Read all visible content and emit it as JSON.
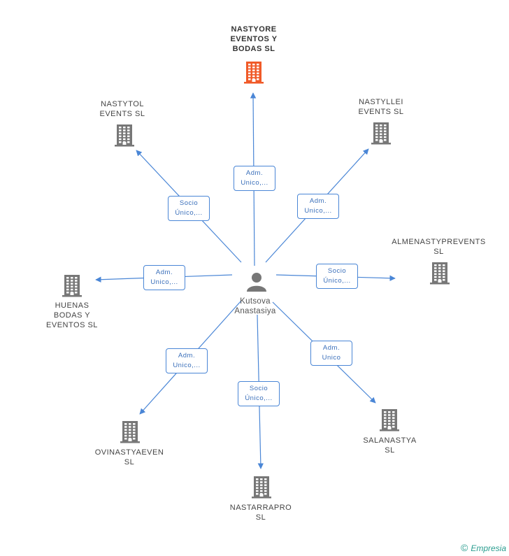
{
  "colors": {
    "edge": "#4a86d6",
    "building": "#777777",
    "building_highlight": "#f05a28",
    "person": "#777777",
    "brand": "#2a9d8f"
  },
  "center": {
    "name": "Kutsova\nAnastasiya"
  },
  "companies": [
    {
      "id": "nastyore",
      "name": "NASTYORE\nEVENTOS Y\nBODAS SL",
      "highlight": true,
      "relation": "Adm.\nUnico,..."
    },
    {
      "id": "nastytol",
      "name": "NASTYTOL\nEVENTS SL",
      "highlight": false,
      "relation": "Socio\nÚnico,..."
    },
    {
      "id": "nastyllei",
      "name": "NASTYLLEI\nEVENTS SL",
      "highlight": false,
      "relation": "Adm.\nUnico,..."
    },
    {
      "id": "almenastyprevents",
      "name": "ALMENASTYPREVENTS\nSL",
      "highlight": false,
      "relation": "Socio\nÚnico,..."
    },
    {
      "id": "huenas",
      "name": "HUENAS\nBODAS Y\nEVENTOS SL",
      "highlight": false,
      "relation": "Adm.\nUnico,..."
    },
    {
      "id": "ovinastyaeven",
      "name": "OVINASTYAEVEN\nSL",
      "highlight": false,
      "relation": "Adm.\nUnico,..."
    },
    {
      "id": "nastarrapro",
      "name": "NASTARRAPRO\nSL",
      "highlight": false,
      "relation": "Socio\nÚnico,..."
    },
    {
      "id": "salanastya",
      "name": "SALANASTYA\nSL",
      "highlight": false,
      "relation": "Adm.\nUnico"
    }
  ],
  "footer": {
    "copyright": "©",
    "brand": "Empresia"
  }
}
